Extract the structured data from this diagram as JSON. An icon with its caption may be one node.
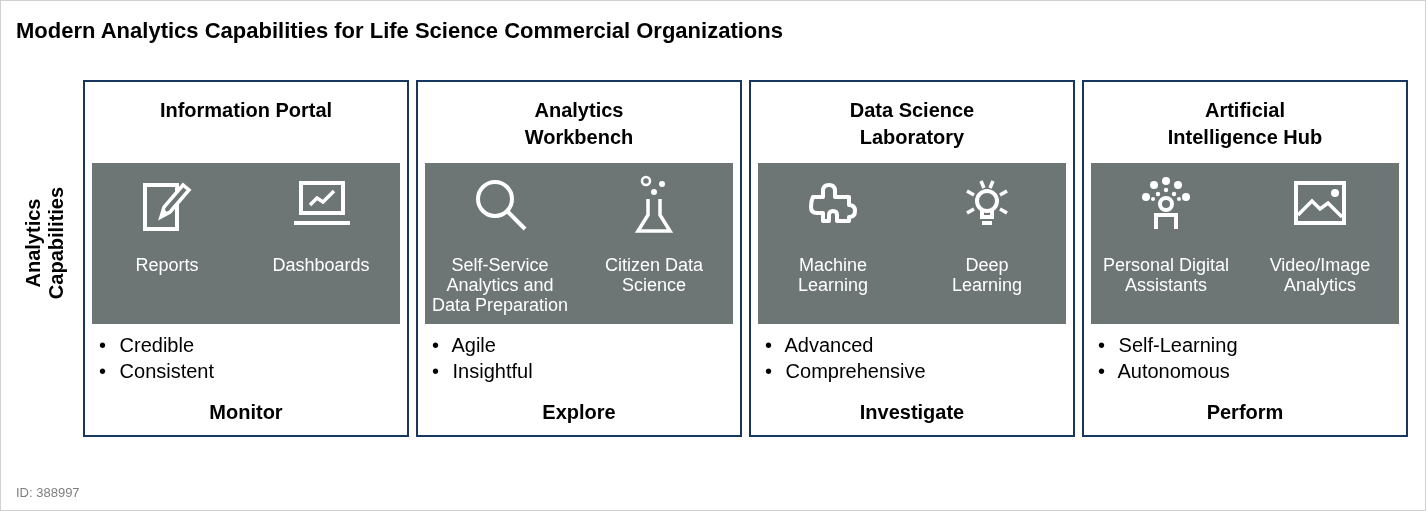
{
  "diagram": {
    "title": "Modern Analytics Capabilities for Life Science Commercial Organizations",
    "nodes": [
      {
        "text": [
          "Information Portal",
          "• Credible",
          "• Consistent",
          "Monitor"
        ]
      },
      {
        "text": [
          "Reports",
          "Dashboards"
        ],
        "in": 0
      },
      {
        "text": [
          "Analytics Workbench",
          "• Agile",
          "• Insightful",
          "Explore"
        ]
      },
      {
        "text": [
          "Self-Service Analytics and Data Preparation",
          "Citizen Data Science"
        ],
        "in": 2
      },
      {
        "text": [
          "Data Science Laboratory",
          "• Advanced",
          "• Comprehensive",
          "Investigate"
        ]
      },
      {
        "text": [
          "Machine Learning",
          "Deep Learning"
        ],
        "in": 4
      },
      {
        "text": [
          "Artificial Intelligence Hub",
          "• Self-Learning",
          "• Autonomous",
          "Perform"
        ]
      },
      {
        "text": [
          "Personal Digital Assistants",
          "Video/Image Analytics"
        ],
        "in": 6
      }
    ],
    "labels": [
      "Analytics Capabilities",
      "ID: 388997"
    ]
  }
}
